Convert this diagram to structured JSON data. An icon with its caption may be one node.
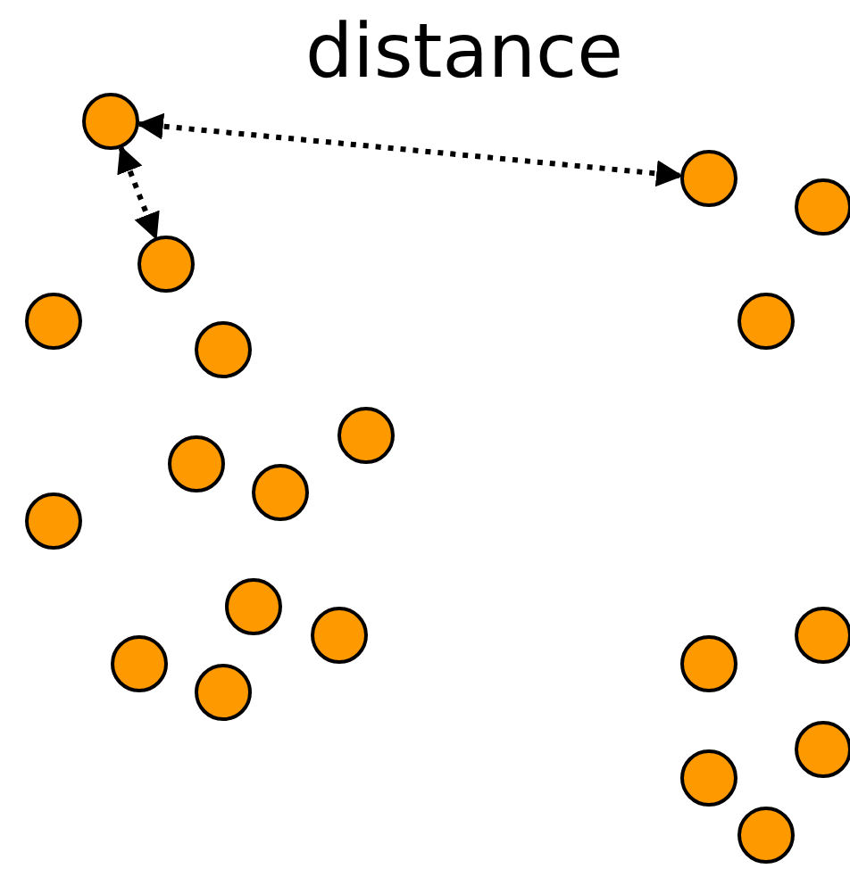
{
  "diagram": {
    "title": "distance",
    "nodes": [
      {
        "text": [],
        "shape": "circle"
      },
      {
        "text": [],
        "shape": "circle"
      },
      {
        "text": [],
        "shape": "circle"
      },
      {
        "text": [],
        "shape": "circle"
      },
      {
        "text": [],
        "shape": "circle"
      },
      {
        "text": [],
        "shape": "circle"
      },
      {
        "text": [],
        "shape": "circle"
      },
      {
        "text": [],
        "shape": "circle"
      },
      {
        "text": [],
        "shape": "circle"
      },
      {
        "text": [],
        "shape": "circle"
      },
      {
        "text": [],
        "shape": "circle"
      },
      {
        "text": [],
        "shape": "circle"
      },
      {
        "text": [],
        "shape": "circle"
      },
      {
        "text": [],
        "shape": "circle"
      },
      {
        "text": [],
        "shape": "circle"
      },
      {
        "text": [],
        "shape": "circle"
      },
      {
        "text": [],
        "shape": "circle"
      },
      {
        "text": [],
        "shape": "circle"
      },
      {
        "text": [],
        "shape": "circle"
      },
      {
        "text": [],
        "shape": "circle"
      }
    ],
    "edges": [
      {
        "from": 0,
        "to": 1,
        "arrow": "both",
        "style": "dashed"
      },
      {
        "from": 0,
        "to": 3,
        "arrow": "both",
        "style": "dashed"
      }
    ]
  }
}
